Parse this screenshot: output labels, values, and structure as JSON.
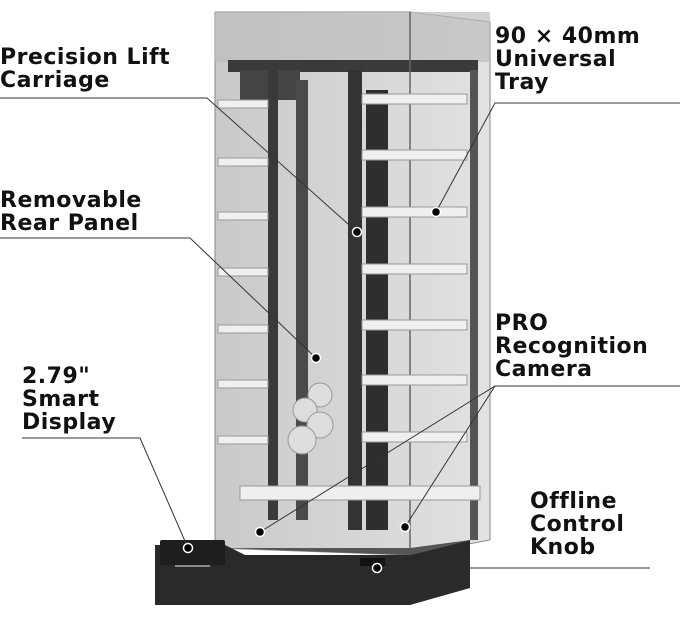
{
  "labels": {
    "lift_carriage": [
      "Precision Lift",
      "Carriage"
    ],
    "rear_panel": [
      "Removable",
      "Rear Panel"
    ],
    "smart_display": [
      "2.79\"",
      "Smart",
      "Display"
    ],
    "universal_tray": [
      "90 × 40mm",
      "Universal",
      "Tray"
    ],
    "recognition_camera": [
      "PRO",
      "Recognition",
      "Camera"
    ],
    "control_knob": [
      "Offline",
      "Control",
      "Knob"
    ]
  },
  "colors": {
    "text": "#111111",
    "line": "#333333",
    "base": "#2a2a2a",
    "frame": "#3a3a3a"
  }
}
